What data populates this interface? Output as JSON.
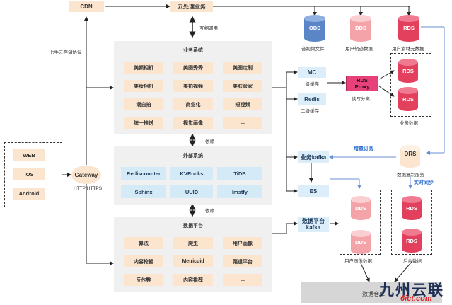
{
  "top": {
    "cdn": "CDN",
    "cloud_service": "云处理业务",
    "mutual_call": "互相调用",
    "qiniu_protocol": "七牛云存储协议"
  },
  "clients": {
    "items": [
      "WEB",
      "IOS",
      "Android"
    ]
  },
  "gateway": {
    "label": "Gateway",
    "protocol": "HTTP/HTTPS"
  },
  "business_system": {
    "title": "业务系统",
    "items": [
      "美颜相机",
      "美图秀秀",
      "美图定制",
      "美妆相机",
      "美拍视频",
      "美肤管家",
      "潮自拍",
      "商业化",
      "短视频",
      "统一推送",
      "视觉画像",
      "..."
    ]
  },
  "dep1": "依赖",
  "external_system": {
    "title": "外部系统",
    "items": [
      "Rediscounter",
      "KVRocks",
      "TiDB",
      "Sphinx",
      "UUID",
      "Imstfy"
    ]
  },
  "dep2": "依赖",
  "data_platform": {
    "title": "数据平台",
    "items": [
      "算法",
      "爬虫",
      "用户画像",
      "内容挖掘",
      "Metricuid",
      "渠道平台",
      "反作弊",
      "内容推荐",
      "..."
    ]
  },
  "storage_top": {
    "obs": "OBS",
    "obs_label": "音视频文件",
    "dds": "DDS",
    "dds_label": "用户轨迹数据",
    "rds": "RDS",
    "rds_label": "用户素材元数据"
  },
  "cache": {
    "mc": "MC",
    "mc_label": "一级缓存",
    "redis": "Redis",
    "redis_label": "二级缓存"
  },
  "proxy": {
    "line1": "RDS",
    "line2": "Proxy",
    "label": "读写分离"
  },
  "business_data": {
    "rds1": "RDS",
    "rds2": "RDS",
    "label": "业务数据"
  },
  "kafka": {
    "label": "业务kafka",
    "incremental": "增量订阅"
  },
  "drs": {
    "label": "DRS",
    "caption": "数据复制服务",
    "realtime": "实时同步"
  },
  "es": {
    "label": "ES"
  },
  "dp_kafka": {
    "line1": "数据平台",
    "line2": "kafka"
  },
  "user_profile_data": {
    "dds1": "DDS",
    "dds2": "DDS",
    "label": "用户画像数据"
  },
  "backend_data": {
    "rds1": "RDS",
    "rds2": "RDS",
    "label": "后台数据"
  },
  "bottom": {
    "label": "数据仓库"
  },
  "watermark": {
    "line1": "九州云联",
    "line2": "6ict.com"
  },
  "colors": {
    "peach": "#fbe5cf",
    "light_blue": "#d4ebf7",
    "pink_cylinder": "#f4a3a8",
    "red_cylinder": "#e2405c",
    "blue_cylinder": "#5a86c8",
    "panel_gray": "#f0f0f0",
    "arrow_blue": "#2f6fd1"
  }
}
